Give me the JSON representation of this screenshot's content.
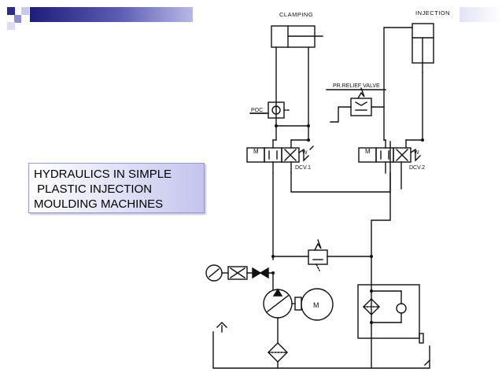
{
  "slide": {
    "title_lines": [
      "HYDRAULICS IN SIMPLE",
      " PLASTIC INJECTION",
      "MOULDING MACHINES"
    ]
  },
  "diagram": {
    "labels": {
      "clamping": "CLAMPING",
      "injection": "INJECTION",
      "relief_valve": "PR.RELIEF VALVE",
      "poc": "POC",
      "dcv1": "DCV.1",
      "dcv2": "DCV.2",
      "motor": "M",
      "solenoid1": "M",
      "spring1": "W",
      "solenoid2": "M",
      "spring2": "W"
    }
  },
  "colors": {
    "accent_dark": "#2b2b8c",
    "accent_mid": "#6b6bbd",
    "accent_light": "#c9c9ee"
  }
}
